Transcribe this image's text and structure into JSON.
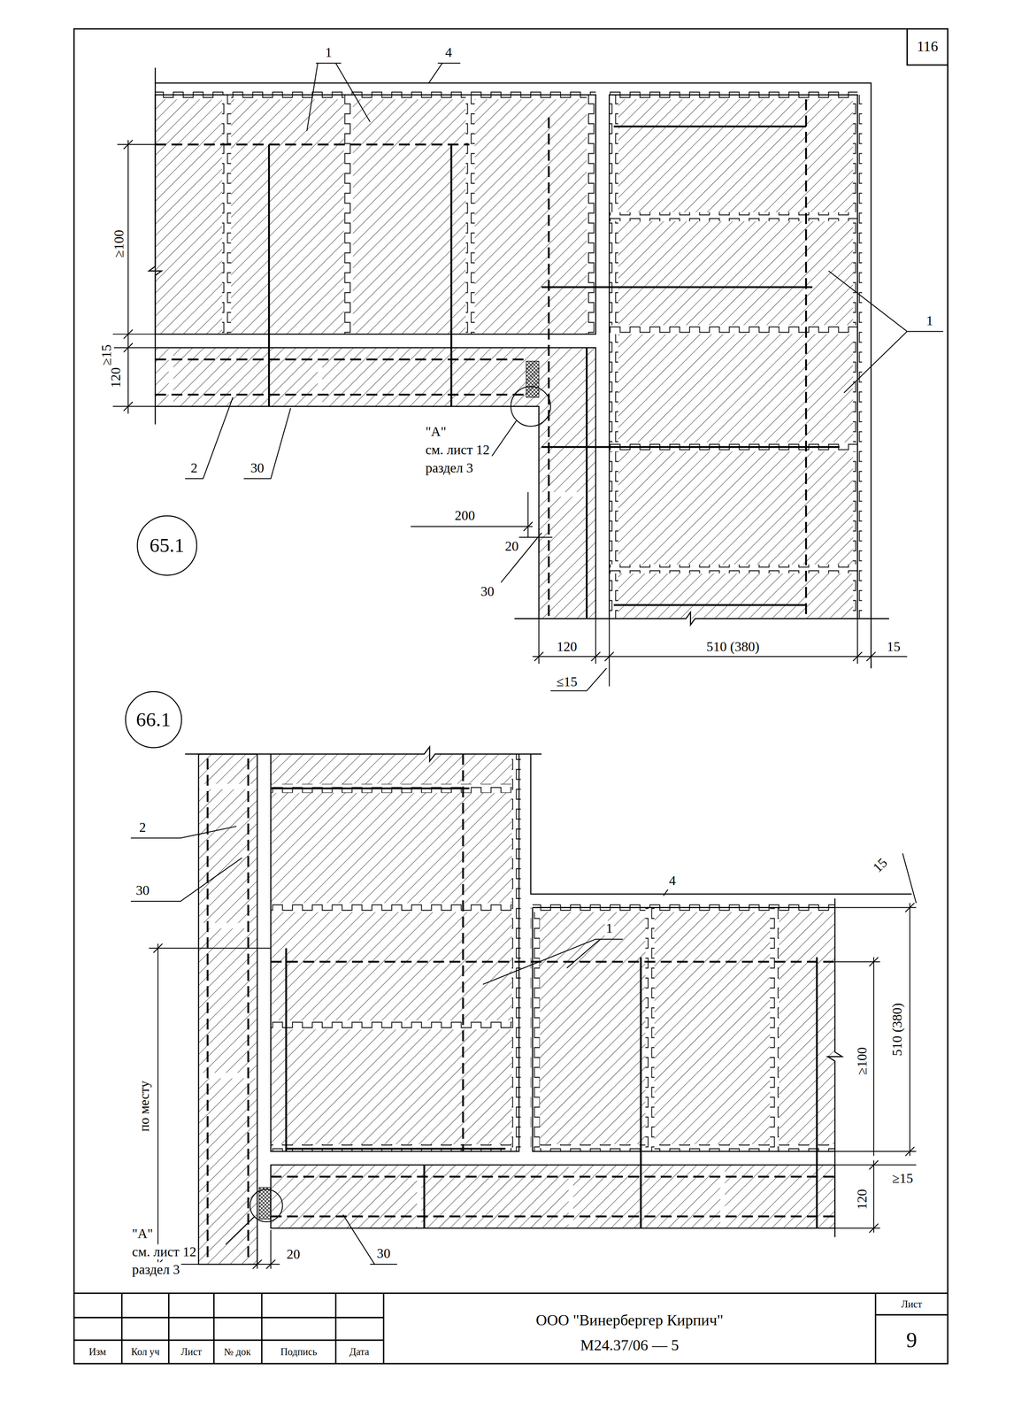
{
  "diagram": {
    "nodes": [
      {
        "text": [
          "116"
        ]
      },
      {
        "text": [
          "65.1"
        ]
      },
      {
        "text": [
          "66.1"
        ]
      },
      {
        "text": [
          "ООО \"Винербергер Кирпич\"",
          "М24.37/06 — 5"
        ]
      },
      {
        "text": [
          "Лист",
          "9"
        ]
      }
    ],
    "labels": [
      "1",
      "4",
      "≥100",
      "≥15",
      "120",
      "\"А\"",
      "см. лист 12",
      "раздел 3",
      "2",
      "30",
      "200",
      "20",
      "30",
      "1",
      "120",
      "510 (380)",
      "15",
      "≤15",
      "2",
      "30",
      "1",
      "4",
      "15",
      "510 (380)",
      "≥100",
      "по месту",
      "120",
      "≥15",
      "\"А\"",
      "см. лист 12",
      "раздел 3",
      "20",
      "30",
      "Изм",
      "Кол уч",
      "Лист",
      "№ док",
      "Подпись",
      "Дата"
    ]
  }
}
